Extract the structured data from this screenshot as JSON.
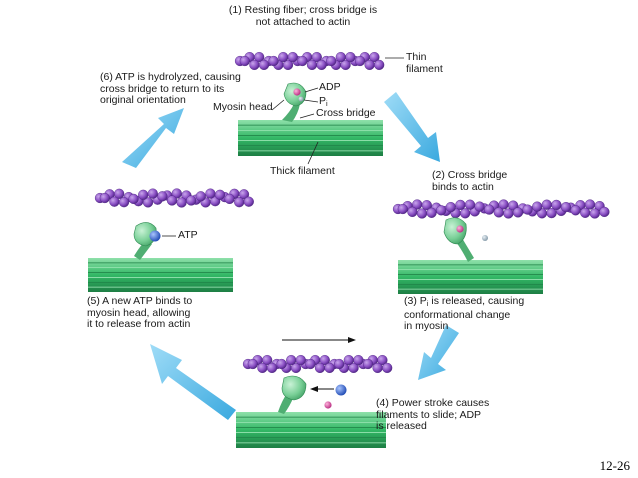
{
  "colors": {
    "thin_filament": "#9055c8",
    "thin_filament_dark": "#5e2e96",
    "thick_filament": "#33b866",
    "thick_filament_dark": "#1d7e44",
    "myosin_head": "#7fd49e",
    "cycle_arrow": "#5fc3ee",
    "atp": "#2f64d8",
    "adp": "#d94ca0",
    "pi": "#a7b8c4"
  },
  "icons": [
    "cycle-arrow-icon",
    "atp-molecule-icon",
    "adp-molecule-icon",
    "phosphate-icon"
  ],
  "steps": {
    "s1": {
      "lines": [
        "(1) Resting fiber; cross bridge is",
        "not attached to actin"
      ]
    },
    "s2": {
      "lines": [
        "(2) Cross bridge",
        "binds to actin"
      ]
    },
    "s3": {
      "lines": [
        "(3) P",
        "is released, causing",
        "conformational change",
        "in myosin"
      ],
      "sub": "i"
    },
    "s4": {
      "lines": [
        "(4) Power stroke causes",
        "filaments to slide; ADP",
        "is released"
      ]
    },
    "s5": {
      "lines": [
        "(5) A new ATP binds to",
        "myosin head, allowing",
        "it to release from actin"
      ]
    },
    "s6": {
      "lines": [
        "(6) ATP is hydrolyzed, causing",
        "cross bridge to return to its",
        "original orientation"
      ]
    }
  },
  "labels": {
    "thin": [
      "Thin",
      "filament"
    ],
    "adp": "ADP",
    "pi": "P",
    "pi_sub": "i",
    "myosin_head": "Myosin head",
    "cross_bridge": "Cross bridge",
    "thick_filament": "Thick filament",
    "atp": "ATP"
  },
  "page_number": "12-26"
}
